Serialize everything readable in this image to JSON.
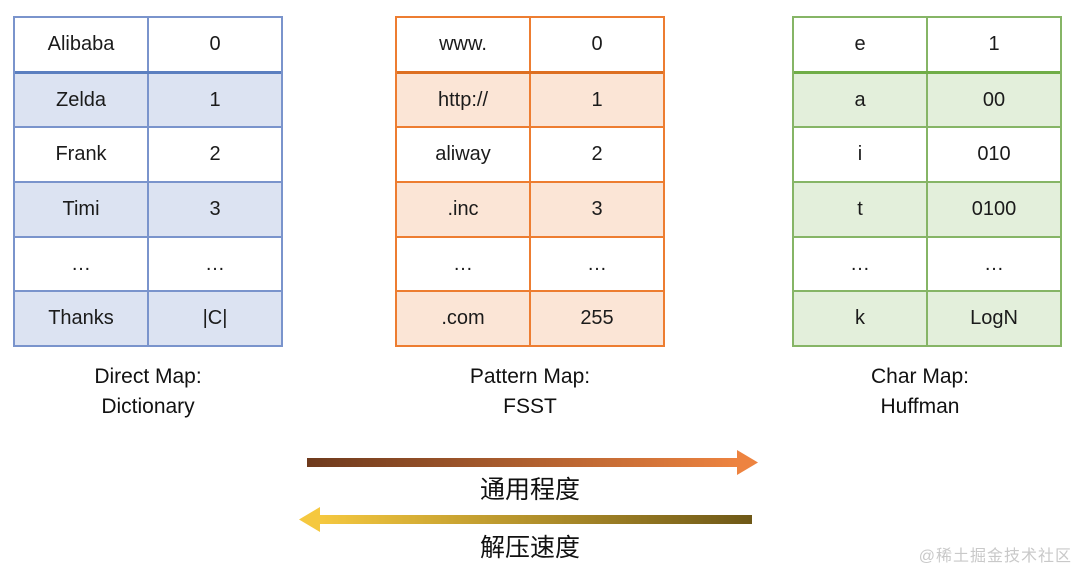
{
  "figure": {
    "tables": [
      {
        "name": "dictionary-table",
        "border_color": "#7A94CC",
        "band_fill": "#DCE3F2",
        "rows": [
          {
            "key": "Alibaba",
            "value": "0"
          },
          {
            "key": "Zelda",
            "value": "1"
          },
          {
            "key": "Frank",
            "value": "2"
          },
          {
            "key": "Timi",
            "value": "3"
          },
          {
            "key": "…",
            "value": "…"
          },
          {
            "key": "Thanks",
            "value": "|C|"
          }
        ],
        "caption": {
          "line1": "Direct Map:",
          "line2": "Dictionary"
        }
      },
      {
        "name": "fsst-table",
        "border_color": "#ED7D31",
        "band_fill": "#FBE5D6",
        "rows": [
          {
            "key": "www.",
            "value": "0"
          },
          {
            "key": "http://",
            "value": "1"
          },
          {
            "key": "aliway",
            "value": "2"
          },
          {
            "key": ".inc",
            "value": "3"
          },
          {
            "key": "…",
            "value": "…"
          },
          {
            "key": ".com",
            "value": "255"
          }
        ],
        "caption": {
          "line1": "Pattern Map:",
          "line2": "FSST"
        }
      },
      {
        "name": "huffman-table",
        "border_color": "#86B566",
        "band_fill": "#E3EFDB",
        "rows": [
          {
            "key": "e",
            "value": "1"
          },
          {
            "key": "a",
            "value": "00"
          },
          {
            "key": "i",
            "value": "010"
          },
          {
            "key": "t",
            "value": "0100"
          },
          {
            "key": "…",
            "value": "…"
          },
          {
            "key": "k",
            "value": "LogN"
          }
        ],
        "caption": {
          "line1": "Char Map:",
          "line2": "Huffman"
        }
      }
    ],
    "arrows": [
      {
        "label": "通用程度",
        "direction": "right",
        "gradient_from": "#6E3A1D",
        "gradient_to": "#ED8340"
      },
      {
        "label": "解压速度",
        "direction": "left",
        "gradient_from": "#F5C83F",
        "gradient_to": "#6E5817"
      }
    ],
    "watermark": "@稀土掘金技术社区"
  }
}
